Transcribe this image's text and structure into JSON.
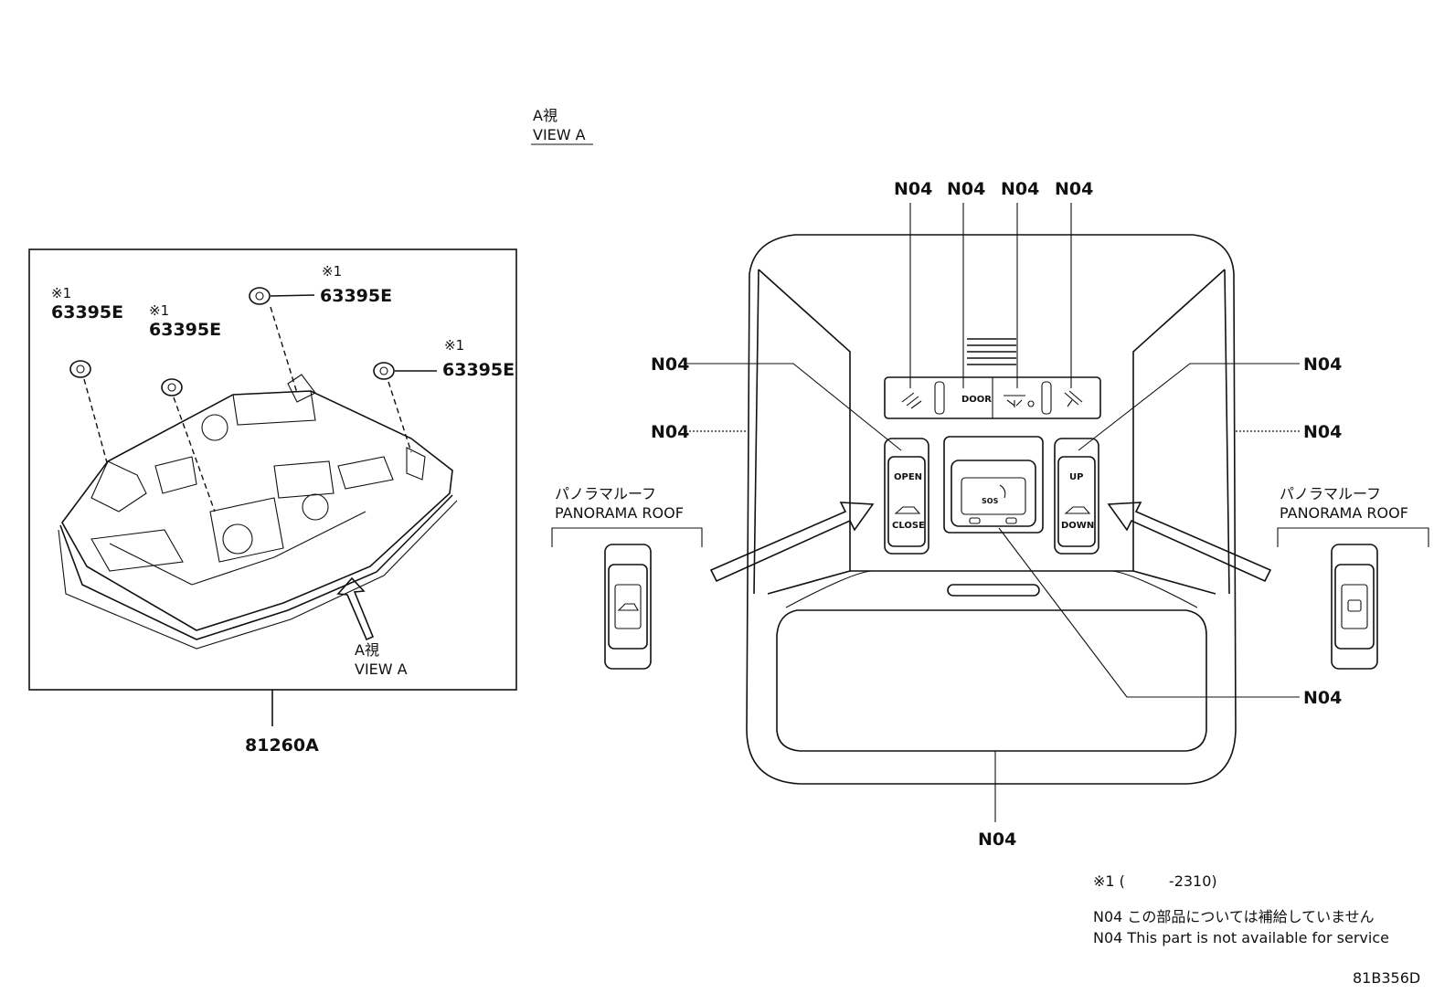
{
  "view_a": {
    "jp": "A視",
    "en": "VIEW A"
  },
  "assembly": {
    "part_number": "81260A"
  },
  "clips": [
    {
      "mark": "※1",
      "part": "63395E"
    },
    {
      "mark": "※1",
      "part": "63395E"
    },
    {
      "mark": "※1",
      "part": "63395E"
    },
    {
      "mark": "※1",
      "part": "63395E"
    }
  ],
  "callouts": {
    "top": [
      "N04",
      "N04",
      "N04",
      "N04"
    ],
    "left_upper": "N04",
    "left_lower": "N04",
    "right_upper": "N04",
    "right_lower": "N04",
    "bottom_right": "N04",
    "bottom": "N04"
  },
  "buttons": {
    "door": "DOOR",
    "open": "OPEN",
    "close": "CLOSE",
    "up": "UP",
    "down": "DOWN",
    "sos": "SOS"
  },
  "panorama_left": {
    "jp": "パノラマルーフ",
    "en": "PANORAMA ROOF"
  },
  "panorama_right": {
    "jp": "パノラマルーフ",
    "en": "PANORAMA ROOF"
  },
  "notes": {
    "applicability": "※1 (　　　-2310)",
    "n04_jp": "N04 この部品については補給していません",
    "n04_en": "N04 This part is not available for service"
  },
  "figure_code": "81B356D"
}
